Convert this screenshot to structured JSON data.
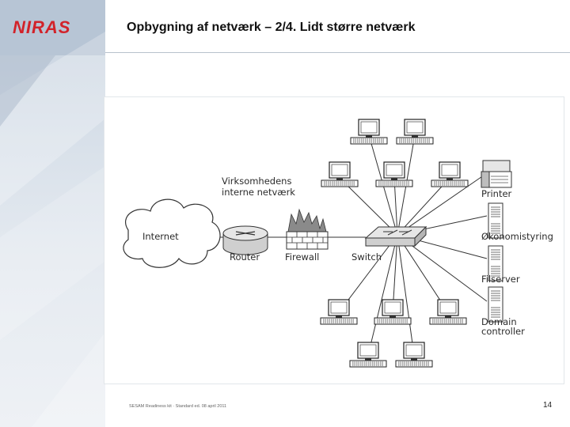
{
  "header": {
    "logo_text": "NIRAS",
    "title": "Opbygning af netværk – 2/4. Lidt større netværk"
  },
  "colors": {
    "logo_red": "#d2232a",
    "sidebar": "#c7d2df"
  },
  "diagram": {
    "labels": {
      "internet": "Internet",
      "router": "Router",
      "firewall": "Firewall",
      "switch": "Switch",
      "internal_network_line1": "Virksomhedens",
      "internal_network_line2": "interne netværk",
      "printer": "Printer",
      "economy": "Økonomistyring",
      "fileserver": "Filserver",
      "domain_line1": "Domain",
      "domain_line2": "controller"
    }
  },
  "footer": {
    "text": "SESAM Readiness kit · Standard ed. 08 april 2011",
    "page_number": "14"
  }
}
